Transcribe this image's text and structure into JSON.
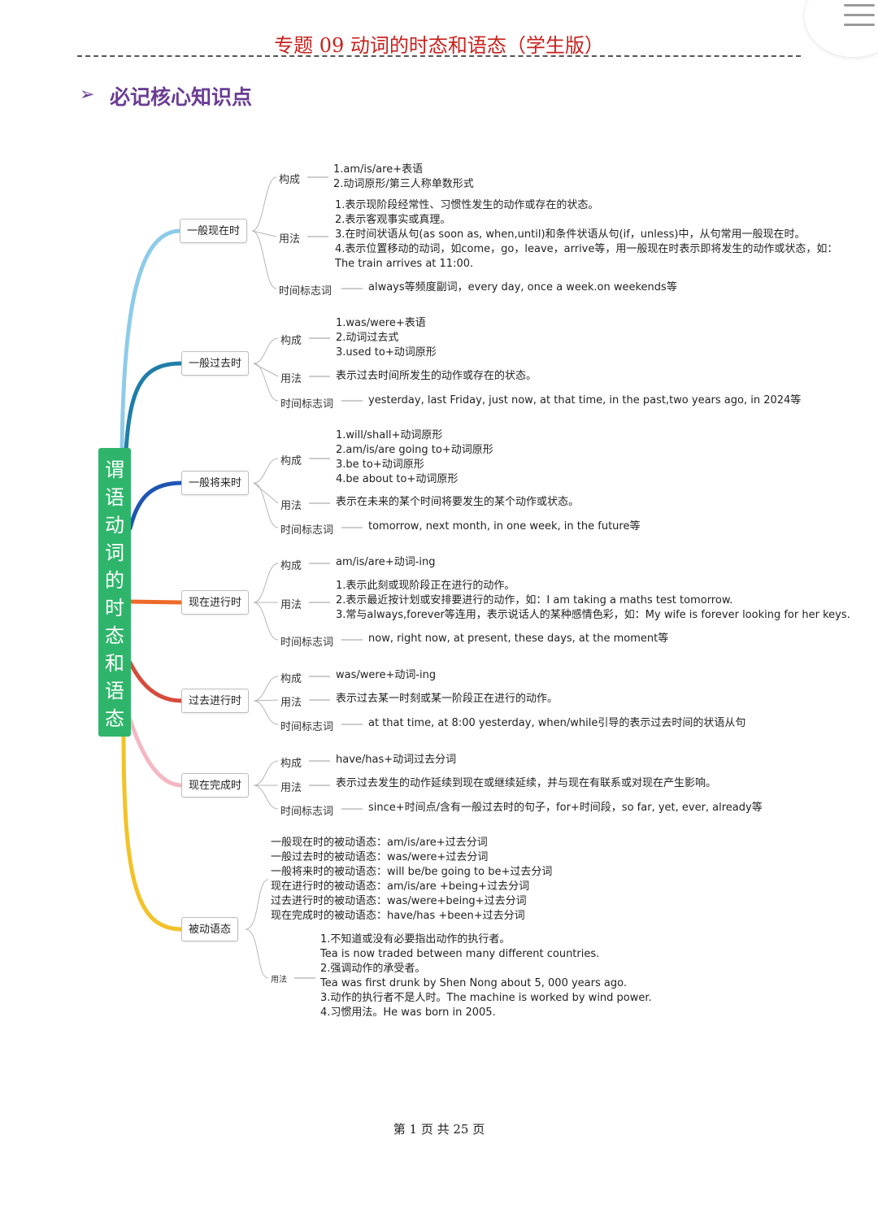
{
  "document": {
    "title": "专题 09  动词的时态和语态（学生版）",
    "section_heading": "必记核心知识点",
    "footer": "第 1 页 共 25 页"
  },
  "mindmap": {
    "central": "谓语动词的时态和语态",
    "labels": {
      "form": "构成",
      "usage": "用法",
      "signal": "时间标志词"
    },
    "branches": [
      {
        "name": "一般现在时",
        "color": "#8ecbe9",
        "form": [
          "1.am/is/are+表语",
          "2.动词原形/第三人称单数形式"
        ],
        "usage": [
          "1.表示现阶段经常性、习惯性发生的动作或存在的状态。",
          "2.表示客观事实或真理。",
          "3.在时间状语从句(as soon as, when,until)和条件状语从句(if，unless)中，从句常用一般现在时。",
          "4.表示位置移动的动词，如come，go，leave，arrive等，用一般现在时表示即将发生的动作或状态，如：",
          "The train arrives at 11:00."
        ],
        "signal": "always等频度副词，every day, once a week.on weekends等"
      },
      {
        "name": "一般过去时",
        "color": "#1f7ea7",
        "form": [
          "1.was/were+表语",
          "2.动词过去式",
          "3.used to+动词原形"
        ],
        "usage": [
          "表示过去时间所发生的动作或存在的状态。"
        ],
        "signal": "yesterday, last Friday, just now, at that time, in the past,two years ago, in 2024等"
      },
      {
        "name": "一般将来时",
        "color": "#1f55b3",
        "form": [
          "1.will/shall+动词原形",
          "2.am/is/are going to+动词原形",
          "3.be to+动词原形",
          "4.be about to+动词原形"
        ],
        "usage": [
          "表示在未来的某个时间将要发生的某个动作或状态。"
        ],
        "signal": "tomorrow, next month, in one week, in the future等"
      },
      {
        "name": "现在进行时",
        "color": "#ee6a2a",
        "form": [
          "am/is/are+动词-ing"
        ],
        "usage": [
          "1.表示此刻或现阶段正在进行的动作。",
          "2.表示最近按计划或安排要进行的动作，如：I am taking a maths test tomorrow.",
          "3.常与always,forever等连用，表示说话人的某种感情色彩，如：My wife is forever looking for her keys."
        ],
        "signal": "now, right now, at present, these days, at the moment等"
      },
      {
        "name": "过去进行时",
        "color": "#d64c3c",
        "form": [
          "was/were+动词-ing"
        ],
        "usage": [
          "表示过去某一时刻或某一阶段正在进行的动作。"
        ],
        "signal": "at that time, at 8:00 yesterday, when/while引导的表示过去时间的状语从句"
      },
      {
        "name": "现在完成时",
        "color": "#f4b8c2",
        "form": [
          "have/has+动词过去分词"
        ],
        "usage": [
          "表示过去发生的动作延续到现在或继续延续，并与现在有联系或对现在产生影响。"
        ],
        "signal": "since+时间点/含有一般过去时的句子，for+时间段，so far, yet, ever, already等"
      },
      {
        "name": "被动语态",
        "color": "#f2c229",
        "forms": [
          "一般现在时的被动语态：am/is/are+过去分词",
          "一般过去时的被动语态：was/were+过去分词",
          "一般将来时的被动语态：will be/be going to be+过去分词",
          "现在进行时的被动语态：am/is/are +being+过去分词",
          "过去进行时的被动语态：was/were+being+过去分词",
          "现在完成时的被动语态：have/has +been+过去分词"
        ],
        "usage": [
          "1.不知道或没有必要指出动作的执行者。",
          "Tea is now traded between many different countries.",
          "2.强调动作的承受者。",
          "Tea was first drunk by Shen Nong about 5, 000 years ago.",
          "3.动作的执行者不是人时。The machine is worked by wind power.",
          "4.习惯用法。He was born in 2005."
        ]
      }
    ]
  }
}
